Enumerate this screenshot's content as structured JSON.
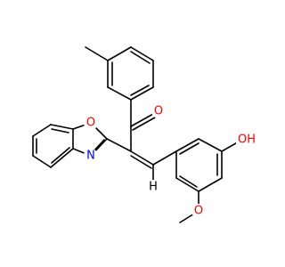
{
  "colors": {
    "bond": "#000000",
    "oxygen": "#ff0000",
    "nitrogen": "#0000ff",
    "background": "#ffffff"
  },
  "atoms": {
    "carbonyl_o": {
      "text": "O",
      "element": "O"
    },
    "oxazole_o": {
      "text": "O",
      "element": "O"
    },
    "oxazole_n": {
      "text": "N",
      "element": "N"
    },
    "hydroxyl": {
      "text": "OH",
      "element": "O"
    },
    "vinyl_h": {
      "text": "H",
      "element": "H"
    },
    "methoxy_o": {
      "text": "O",
      "element": "O"
    }
  }
}
